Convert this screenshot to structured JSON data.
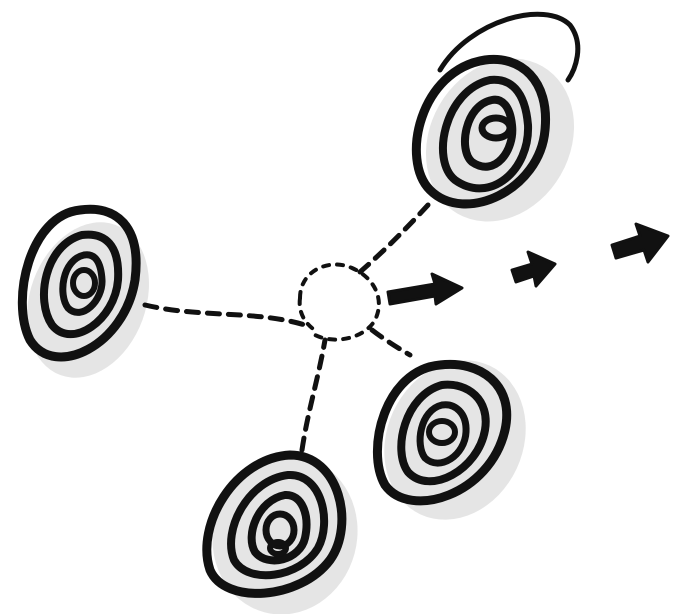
{
  "diagram": {
    "nodes": [
      {
        "id": "top-right-node",
        "shape": "scribbled-oval",
        "has_tail": true
      },
      {
        "id": "left-node",
        "shape": "scribbled-oval",
        "has_tail": false
      },
      {
        "id": "bottom-left-node",
        "shape": "scribbled-oval",
        "has_tail": false
      },
      {
        "id": "bottom-right-node",
        "shape": "scribbled-oval",
        "has_tail": false
      }
    ],
    "center": {
      "shape": "dotted-circle"
    },
    "connectors": [
      {
        "from": "left-node",
        "to": "center",
        "style": "dashed"
      },
      {
        "from": "top-right-node",
        "to": "center",
        "style": "dashed"
      },
      {
        "from": "bottom-left-node",
        "to": "center",
        "style": "dashed"
      },
      {
        "from": "bottom-right-node",
        "to": "center",
        "style": "dashed"
      }
    ],
    "outflow": {
      "direction": "right",
      "arrow_count": 3,
      "style": "dashed-arrows"
    },
    "colors": {
      "ink": "#111111",
      "shadow": "#cfcfcf",
      "paper": "#ffffff"
    }
  }
}
